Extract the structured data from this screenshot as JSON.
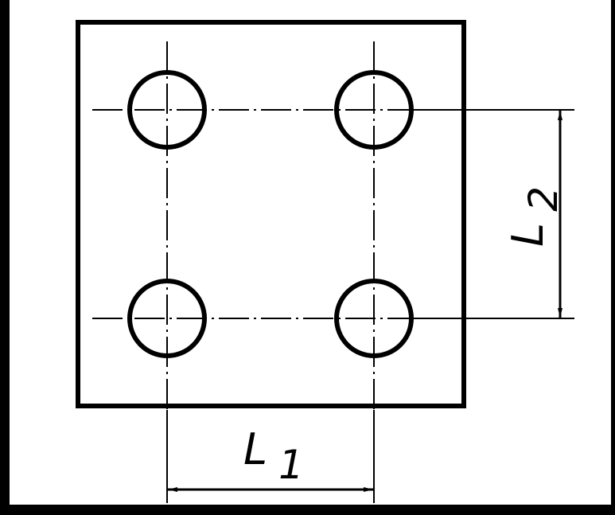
{
  "drawing": {
    "colors": {
      "outline": "#000000",
      "background": "#ffffff"
    },
    "plate": {
      "hole_count": 4,
      "line_style_center": "dash-dot"
    },
    "dimensions": {
      "horizontal": {
        "symbol": "L",
        "subscript": "1"
      },
      "vertical": {
        "symbol": "L",
        "subscript": "2"
      }
    }
  }
}
